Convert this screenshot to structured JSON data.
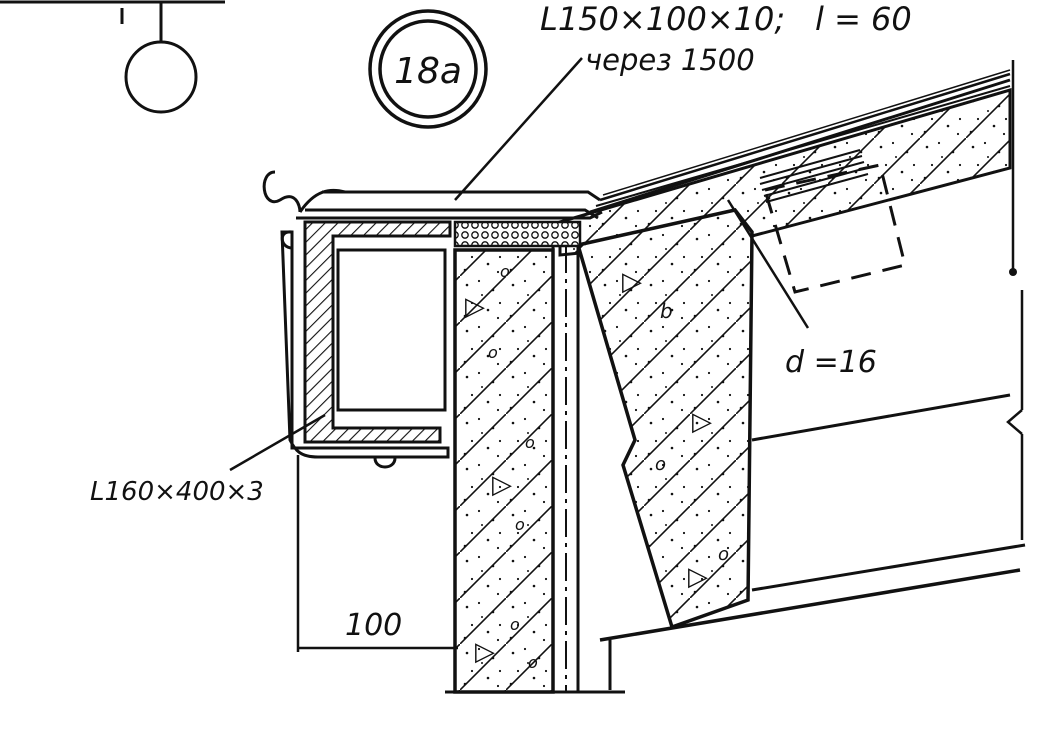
{
  "labels": {
    "callout_number": "18a",
    "top_angle_spec": "L150×100×10;",
    "top_angle_length": "l = 60",
    "top_angle_spacing": "через 1500",
    "bolt_diameter": "d =16",
    "lower_angle_spec": "L160×400×3",
    "dimension_width": "100"
  },
  "colors": {
    "ink": "#111111",
    "paper": "#ffffff",
    "hatch": "#222222"
  }
}
